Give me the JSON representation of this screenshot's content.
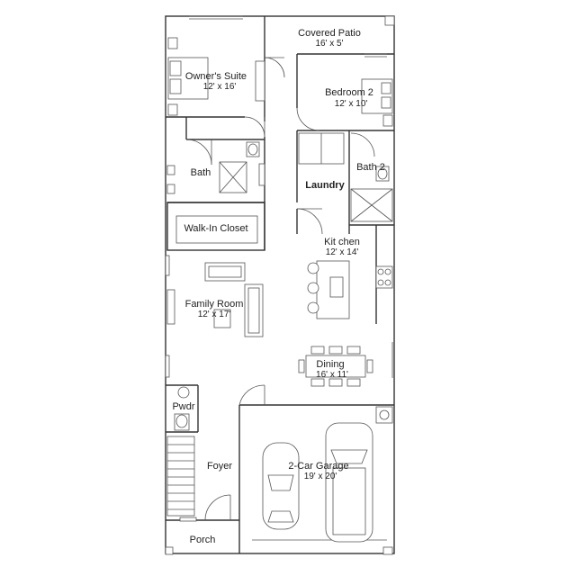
{
  "rooms": {
    "covered_patio": {
      "name": "Covered Patio",
      "dims": "16' x 5'"
    },
    "owners_suite": {
      "name": "Owner's Suite",
      "dims": "12' x 16'"
    },
    "bedroom_2": {
      "name": "Bedroom 2",
      "dims": "12' x 10'"
    },
    "bath": {
      "name": "Bath"
    },
    "bath_2": {
      "name": "Bath 2"
    },
    "laundry": {
      "name": "Laundry"
    },
    "walk_in_closet": {
      "name": "Walk-In Closet"
    },
    "kitchen": {
      "name": "Kit chen",
      "dims": "12' x 14'"
    },
    "family_room": {
      "name": "Family Room",
      "dims": "12' x 17'"
    },
    "dining": {
      "name": "Dining",
      "dims": "16' x 11'"
    },
    "pwdr": {
      "name": "Pwdr"
    },
    "foyer": {
      "name": "Foyer"
    },
    "garage": {
      "name": "2-Car Garage",
      "dims": "19' x 20'"
    },
    "porch": {
      "name": "Porch"
    }
  }
}
